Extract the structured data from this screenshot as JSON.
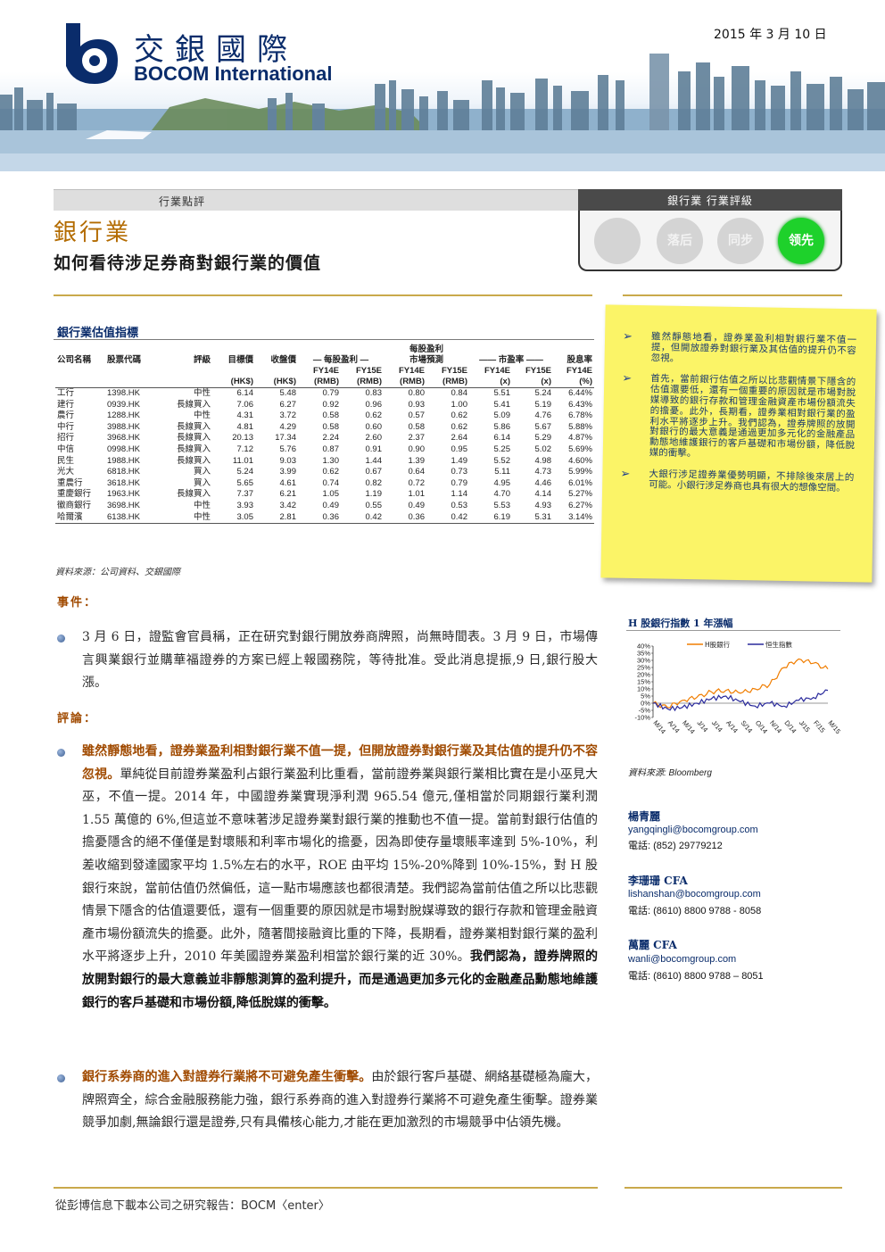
{
  "header": {
    "logo_cn": "交銀國際",
    "logo_en": "BOCOM International",
    "date": "2015 年 3 月 10 日"
  },
  "category": {
    "report_type": "行業點評",
    "rating_header": "銀行業  行業評級",
    "ratings": [
      {
        "label": "",
        "active": false
      },
      {
        "label": "落后",
        "active": false
      },
      {
        "label": "同步",
        "active": false
      },
      {
        "label": "领先",
        "active": true
      }
    ]
  },
  "titles": {
    "sector": "銀行業",
    "report": "如何看待涉足券商對銀行業的價值"
  },
  "valuation_table": {
    "title": "銀行業估值指標",
    "header_row1": [
      "公司名稱",
      "股票代碼",
      "評級",
      "目標價",
      "收盤價",
      "— 每股盈利 —",
      "每股盈利",
      "—— 市盈率 ——",
      "股息率"
    ],
    "market_forecast_label": "市場預測",
    "header_row2": [
      "FY14E",
      "FY15E",
      "FY14E",
      "FY15E",
      "FY14E",
      "FY15E",
      "FY14E"
    ],
    "header_row3": [
      "(HK$)",
      "(HK$)",
      "(RMB)",
      "(RMB)",
      "(RMB)",
      "(RMB)",
      "(x)",
      "(x)",
      "(%)"
    ],
    "rows": [
      [
        "工行",
        "1398.HK",
        "中性",
        "6.14",
        "5.48",
        "0.79",
        "0.83",
        "0.80",
        "0.84",
        "5.51",
        "5.24",
        "6.44%"
      ],
      [
        "建行",
        "0939.HK",
        "長線買入",
        "7.06",
        "6.27",
        "0.92",
        "0.96",
        "0.93",
        "1.00",
        "5.41",
        "5.19",
        "6.43%"
      ],
      [
        "農行",
        "1288.HK",
        "中性",
        "4.31",
        "3.72",
        "0.58",
        "0.62",
        "0.57",
        "0.62",
        "5.09",
        "4.76",
        "6.78%"
      ],
      [
        "中行",
        "3988.HK",
        "長線買入",
        "4.81",
        "4.29",
        "0.58",
        "0.60",
        "0.58",
        "0.62",
        "5.86",
        "5.67",
        "5.88%"
      ],
      [
        "招行",
        "3968.HK",
        "長線買入",
        "20.13",
        "17.34",
        "2.24",
        "2.60",
        "2.37",
        "2.64",
        "6.14",
        "5.29",
        "4.87%"
      ],
      [
        "中信",
        "0998.HK",
        "長線買入",
        "7.12",
        "5.76",
        "0.87",
        "0.91",
        "0.90",
        "0.95",
        "5.25",
        "5.02",
        "5.69%"
      ],
      [
        "民生",
        "1988.HK",
        "長線買入",
        "11.01",
        "9.03",
        "1.30",
        "1.44",
        "1.39",
        "1.49",
        "5.52",
        "4.98",
        "4.60%"
      ],
      [
        "光大",
        "6818.HK",
        "買入",
        "5.24",
        "3.99",
        "0.62",
        "0.67",
        "0.64",
        "0.73",
        "5.11",
        "4.73",
        "5.99%"
      ],
      [
        "重農行",
        "3618.HK",
        "買入",
        "5.65",
        "4.61",
        "0.74",
        "0.82",
        "0.72",
        "0.79",
        "4.95",
        "4.46",
        "6.01%"
      ],
      [
        "重慶銀行",
        "1963.HK",
        "長線買入",
        "7.37",
        "6.21",
        "1.05",
        "1.19",
        "1.01",
        "1.14",
        "4.70",
        "4.14",
        "5.27%"
      ],
      [
        "徽商銀行",
        "3698.HK",
        "中性",
        "3.93",
        "3.42",
        "0.49",
        "0.55",
        "0.49",
        "0.53",
        "5.53",
        "4.93",
        "6.27%"
      ],
      [
        "哈爾濱",
        "6138.HK",
        "中性",
        "3.05",
        "2.81",
        "0.36",
        "0.42",
        "0.36",
        "0.42",
        "6.19",
        "5.31",
        "3.14%"
      ]
    ],
    "source": "資料來源：公司資料、交銀國際"
  },
  "event": {
    "heading": "事件：",
    "text": "3 月 6 日，證監會官員稱，正在研究對銀行開放券商牌照，尚無時間表。3 月 9 日，市場傳言興業銀行並購華福證券的方案已經上報國務院，等待批准。受此消息提振,9 日,銀行股大漲。"
  },
  "commentary": {
    "heading": "評論：",
    "p1_lead": "雖然靜態地看，證券業盈利相對銀行業不值一提，但開放證券對銀行業及其估值的提升仍不容忽視。",
    "p1_body": "單純從目前證券業盈利占銀行業盈利比重看，當前證券業與銀行業相比實在是小巫見大巫，不值一提。2014 年，中國證券業實現淨利潤 965.54 億元,僅相當於同期銀行業利潤 1.55 萬億的 6%,但這並不意味著涉足證券業對銀行業的推動也不值一提。當前對銀行估值的擔憂隱含的絕不僅僅是對壞賬和利率市場化的擔憂，因為即使存量壞賬率達到 5%-10%，利差收縮到發達國家平均 1.5%左右的水平，ROE 由平均 15%-20%降到 10%-15%，對 H 股銀行來說，當前估值仍然偏低，這一點市場應該也都很清楚。我們認為當前估值之所以比悲觀情景下隱含的估值還要低，還有一個重要的原因就是市場對脫媒導致的銀行存款和管理金融資產市場份額流失的擔憂。此外，隨著間接融資比重的下降，長期看，證券業相對銀行業的盈利水平將逐步上升，2010 年美國證券業盈利相當於銀行業的近 30%。",
    "p1_tail": "我們認為，證券牌照的放開對銀行的最大意義並非靜態測算的盈利提升，而是通過更加多元化的金融產品勳態地維護銀行的客戶基礎和市場份額,降低脫媒的衝擊。",
    "p2_lead": "銀行系券商的進入對證券行業將不可避免產生衝擊。",
    "p2_body": "由於銀行客戶基礎、網絡基礎極為龐大，牌照齊全，綜合金融服務能力強，銀行系券商的進入對證券行業將不可避免產生衝擊。證券業競爭加劇,無論銀行還是證券,只有具備核心能力,才能在更加激烈的市場競爭中佔領先機。"
  },
  "sticky": {
    "items": [
      "雖然靜態地看，證券業盈利相對銀行業不值一提，但開放證券對銀行業及其估值的提升仍不容忽視。",
      "首先，當前銀行估值之所以比悲觀情景下隱含的估值還要低，還有一個重要的原因就是市場對脫媒導致的銀行存款和管理金融資產市場份額流失的擔憂。此外，長期看，證券業相對銀行業的盈利水平將逐步上升。我們認為，證券牌照的放開對銀行的最大意義是通過更加多元化的金融產品勳態地維護銀行的客戶基礎和市場份額，降低脫媒的衝擊。",
      "大銀行涉足證券業優勢明顯，不排除後來居上的可能。小銀行涉足券商也具有很大的想像空間。"
    ]
  },
  "chart_data": {
    "type": "line",
    "title": "H 股銀行指數 1 年漲幅",
    "x": [
      "M/14",
      "A/14",
      "M/14",
      "J/14",
      "J/14",
      "A/14",
      "S/14",
      "O/14",
      "N/14",
      "D/14",
      "J/15",
      "F/15",
      "M/15"
    ],
    "series": [
      {
        "name": "H股銀行",
        "color": "#f07d00",
        "values": [
          0,
          -3,
          2,
          4,
          8,
          9,
          7,
          10,
          13,
          25,
          31,
          28,
          24
        ]
      },
      {
        "name": "恒生指數",
        "color": "#2a2a9c",
        "values": [
          0,
          -4,
          -3,
          0,
          3,
          5,
          1,
          -2,
          0,
          -2,
          2,
          4,
          9
        ]
      }
    ],
    "y_ticks": [
      "40%",
      "35%",
      "30%",
      "25%",
      "20%",
      "15%",
      "10%",
      "5%",
      "0%",
      "-5%",
      "-10%"
    ],
    "ylim": [
      -10,
      40
    ],
    "legend": "top",
    "source": "資料來源: Bloomberg"
  },
  "analysts": [
    {
      "name": "楊青麗",
      "email": "yangqingli@bocomgroup.com",
      "tel": "電話: (852) 29779212"
    },
    {
      "name": "李珊珊  CFA",
      "email": "lishanshan@bocomgroup.com",
      "tel": "電話: (8610) 8800 9788 - 8058"
    },
    {
      "name": "萬麗  CFA",
      "email": "wanli@bocomgroup.com",
      "tel": "電話: (8610) 8800 9788 – 8051"
    }
  ],
  "footer": {
    "text": "從彭博信息下載本公司之研究報告：BOCM〈enter〉"
  }
}
